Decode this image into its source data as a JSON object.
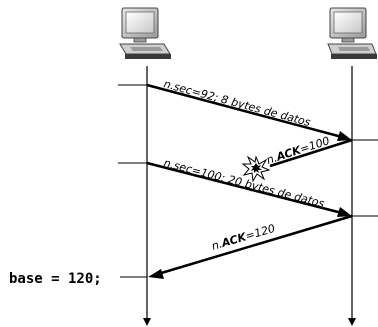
{
  "messages": {
    "m1": "n.sec=92; 8 bytes de datos",
    "m2_prefix": "n.",
    "m2_bold": "ACK",
    "m2_suffix": "=100",
    "m3": "n.sec=100; 20 bytes de datos",
    "m4_prefix": "n.",
    "m4_bold": "ACK",
    "m4_suffix": "=120"
  },
  "annotation": {
    "base": "base = 120;"
  },
  "icons": {
    "left_host": "computer-icon",
    "right_host": "computer-icon",
    "loss": "explosion-burst-icon"
  }
}
